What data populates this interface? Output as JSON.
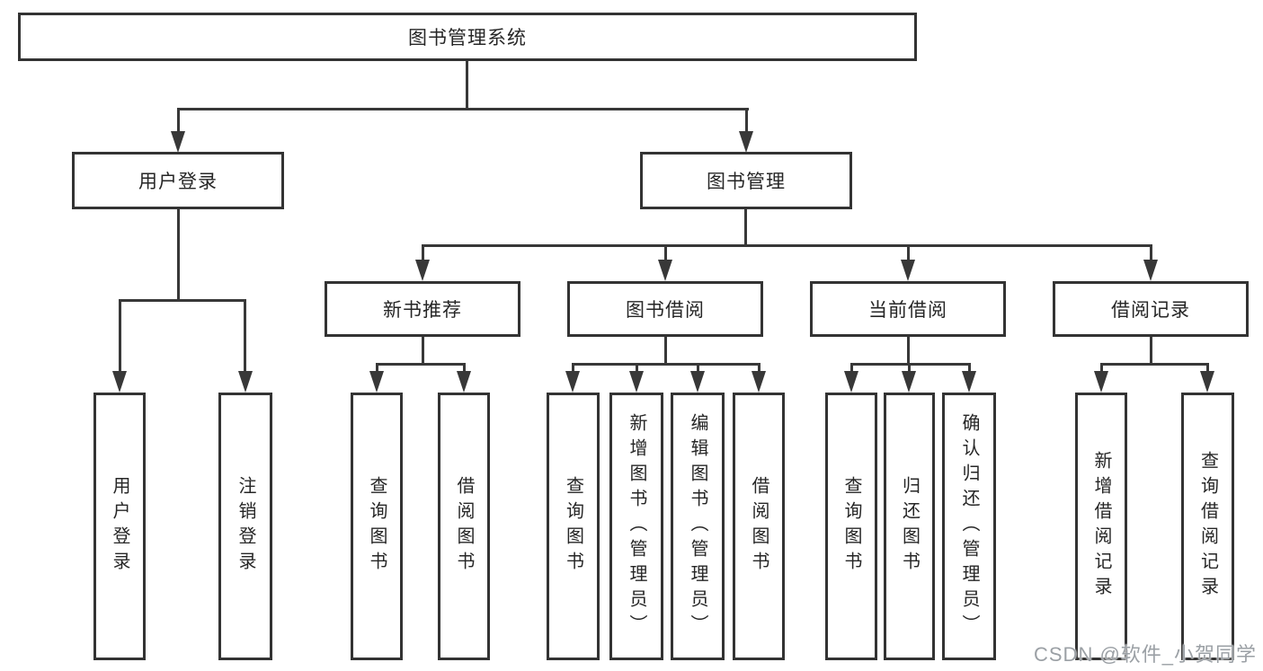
{
  "root": {
    "label": "图书管理系统"
  },
  "level2": [
    {
      "label": "用户登录"
    },
    {
      "label": "图书管理"
    }
  ],
  "level3": [
    {
      "label": "新书推荐"
    },
    {
      "label": "图书借阅"
    },
    {
      "label": "当前借阅"
    },
    {
      "label": "借阅记录"
    }
  ],
  "leaves": [
    {
      "group": "用户登录",
      "items": [
        {
          "label": "用户登录"
        },
        {
          "label": "注销登录"
        }
      ]
    },
    {
      "group": "新书推荐",
      "items": [
        {
          "label": "查询图书"
        },
        {
          "label": "借阅图书"
        }
      ]
    },
    {
      "group": "图书借阅",
      "items": [
        {
          "label": "查询图书"
        },
        {
          "label": "新增图书（管理员）"
        },
        {
          "label": "编辑图书（管理员）"
        },
        {
          "label": "借阅图书"
        }
      ]
    },
    {
      "group": "当前借阅",
      "items": [
        {
          "label": "查询图书"
        },
        {
          "label": "归还图书"
        },
        {
          "label": "确认归还（管理员）"
        }
      ]
    },
    {
      "group": "借阅记录",
      "items": [
        {
          "label": "新增借阅记录"
        },
        {
          "label": "查询借阅记录"
        }
      ]
    }
  ],
  "watermark": "CSDN @软件_小贺同学",
  "colors": {
    "line": "#383838",
    "border": "#333333",
    "text": "#262626",
    "watermark": "#9ba0a5",
    "background": "#ffffff"
  }
}
